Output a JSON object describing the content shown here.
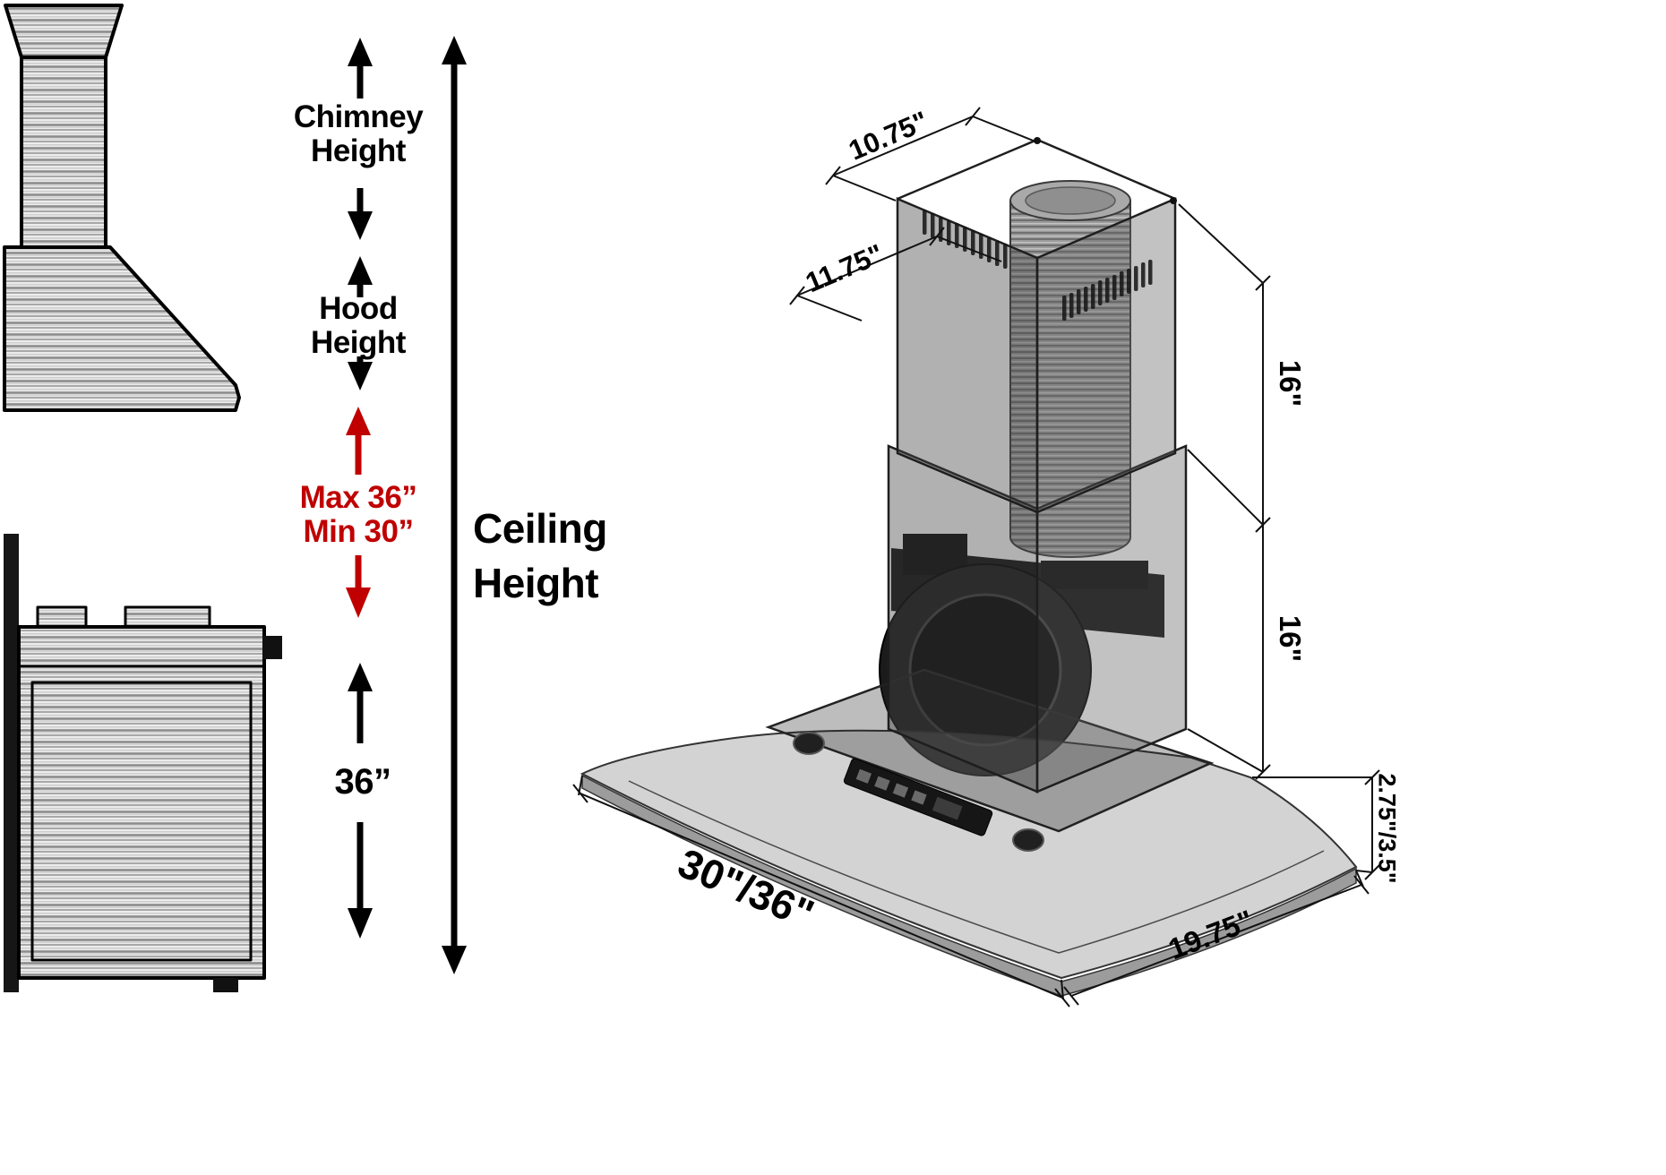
{
  "colors": {
    "ink": "#000000",
    "accent_red": "#c00000",
    "steel_gray": "#e9e9e9",
    "glass_gray": "#8c8c8c"
  },
  "left_annotations": {
    "chimney": {
      "line1": "Chimney",
      "line2": "Height"
    },
    "hood": {
      "line1": "Hood",
      "line2": "Height"
    },
    "minmax": {
      "line1": "Max 36”",
      "line2": "Min 30”"
    },
    "ceiling": {
      "line1": "Ceiling",
      "line2": "Height"
    },
    "bottom_clearance": "36”"
  },
  "right_dimensions": {
    "top_width": "10.75\"",
    "top_depth": "11.75\"",
    "chimney_upper_height": "16\"",
    "chimney_lower_height": "16\"",
    "hood_width": "30\"/36\"",
    "hood_depth": "19.75\"",
    "glass_edge_height": "2.75\"/3.5\""
  }
}
